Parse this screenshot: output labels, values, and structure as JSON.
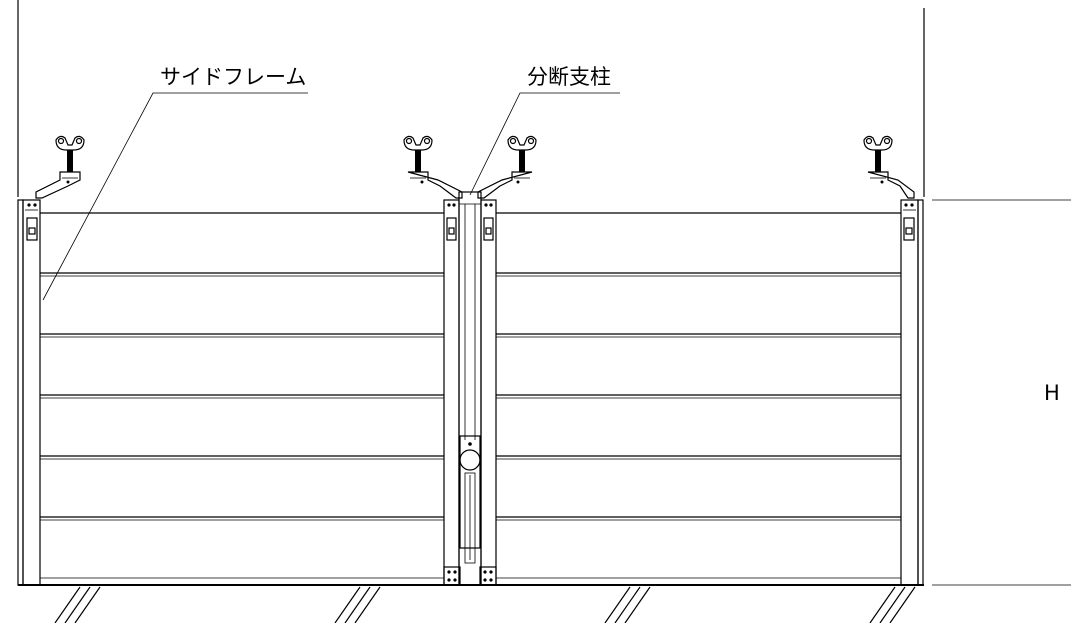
{
  "labels": {
    "side_frame": "サイドフレーム",
    "split_post": "分断支柱",
    "unit_mark": "H"
  }
}
